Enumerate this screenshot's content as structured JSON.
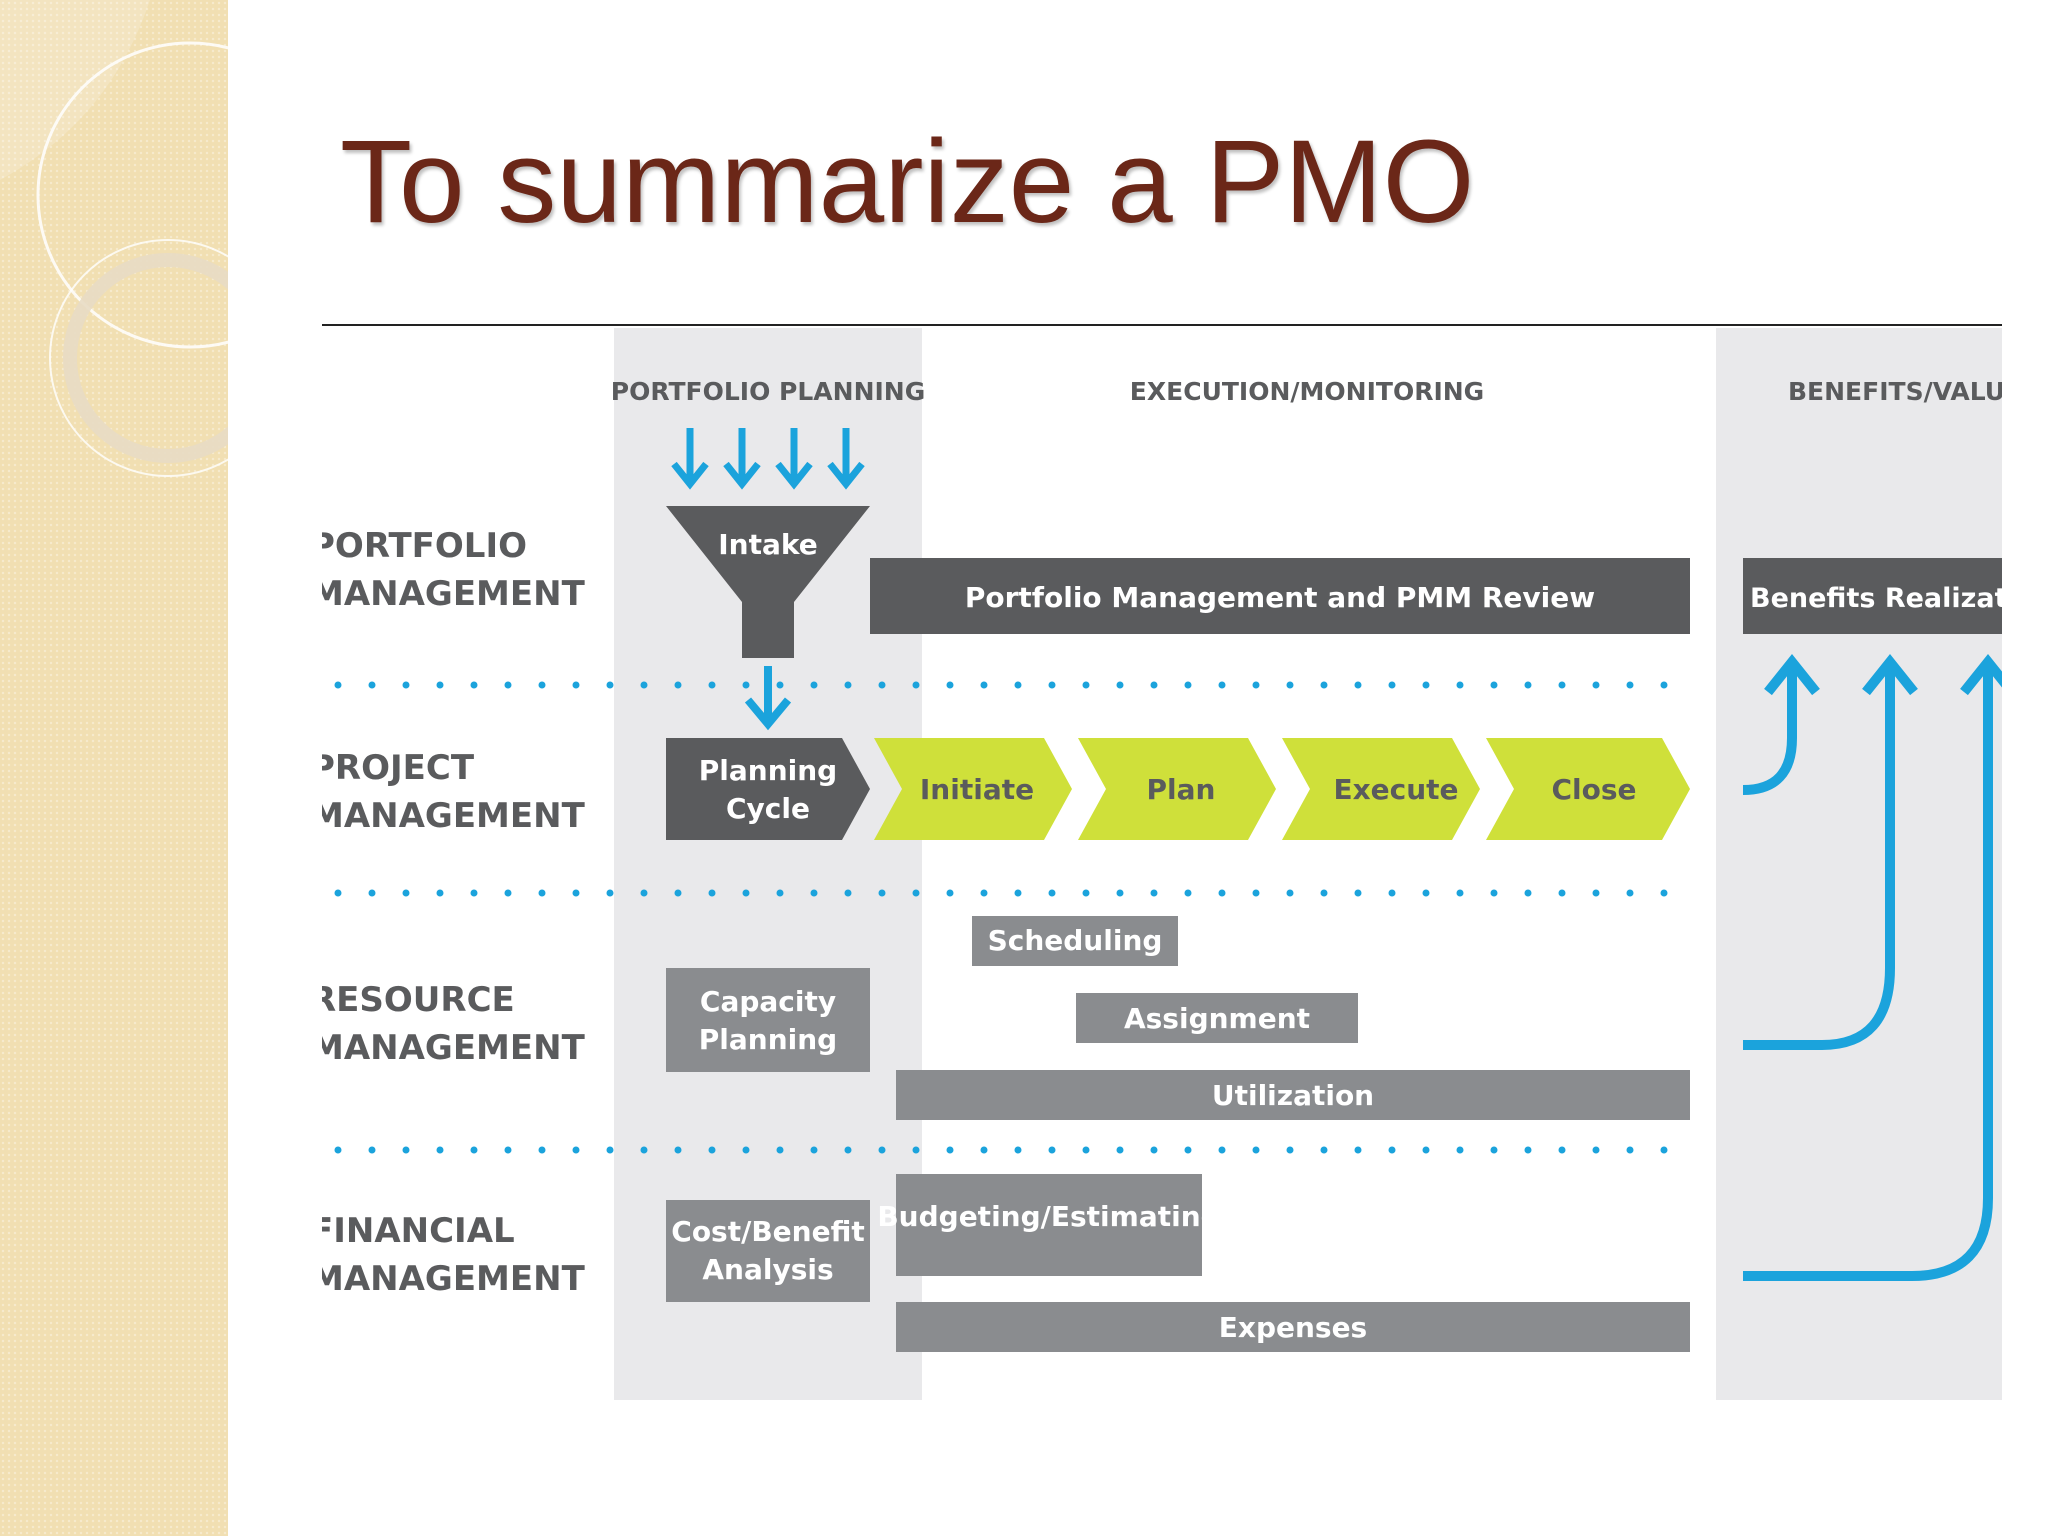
{
  "slide": {
    "title": "To summarize a PMO"
  },
  "columns": {
    "portfolio_planning": "PORTFOLIO PLANNING",
    "execution_monitoring": "EXECUTION/MONITORING",
    "benefits_value": "BENEFITS/VALUE"
  },
  "rows": {
    "portfolio": [
      "PORTFOLIO",
      "MANAGEMENT"
    ],
    "project": [
      "PROJECT",
      "MANAGEMENT"
    ],
    "resource": [
      "RESOURCE",
      "MANAGEMENT"
    ],
    "financial": [
      "FINANCIAL",
      "MANAGEMENT"
    ]
  },
  "boxes": {
    "intake": "Intake",
    "portfolio_review": "Portfolio Management and PMM Review",
    "benefits_realization": "Benefits Realization",
    "planning_cycle": [
      "Planning",
      "Cycle"
    ],
    "phases": [
      "Initiate",
      "Plan",
      "Execute",
      "Close"
    ],
    "scheduling": "Scheduling",
    "capacity_planning": [
      "Capacity",
      "Planning"
    ],
    "assignment": "Assignment",
    "utilization": "Utilization",
    "cost_benefit": [
      "Cost/Benefit",
      "Analysis"
    ],
    "budgeting": "Budgeting/Estimating",
    "expenses": "Expenses"
  },
  "colors": {
    "title": "#6b2718",
    "dark_box": "#5a5b5d",
    "mid_box": "#8a8c8f",
    "green": "#cfe03a",
    "blue": "#1ba3dc",
    "column_band": "#e9e9eb"
  }
}
